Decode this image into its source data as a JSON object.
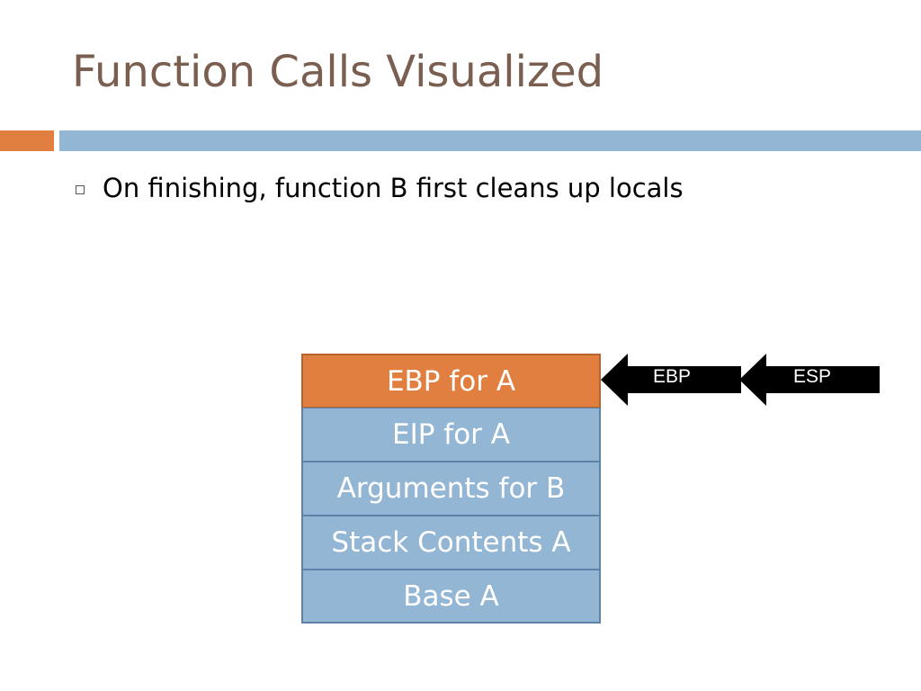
{
  "slide": {
    "title": "Function Calls Visualized",
    "bullets": [
      "On finishing, function B first cleans up locals"
    ]
  },
  "stack": {
    "cells": [
      {
        "label": "EBP for A",
        "highlighted": true
      },
      {
        "label": "EIP for A",
        "highlighted": false
      },
      {
        "label": "Arguments for B",
        "highlighted": false
      },
      {
        "label": "Stack Contents A",
        "highlighted": false
      },
      {
        "label": "Base A",
        "highlighted": false
      }
    ]
  },
  "pointers": {
    "ebp_label": "EBP",
    "esp_label": "ESP"
  },
  "colors": {
    "title": "#7a5e4f",
    "accent_orange": "#e07f3f",
    "accent_blue": "#93b6d4",
    "pointer": "#000000"
  }
}
